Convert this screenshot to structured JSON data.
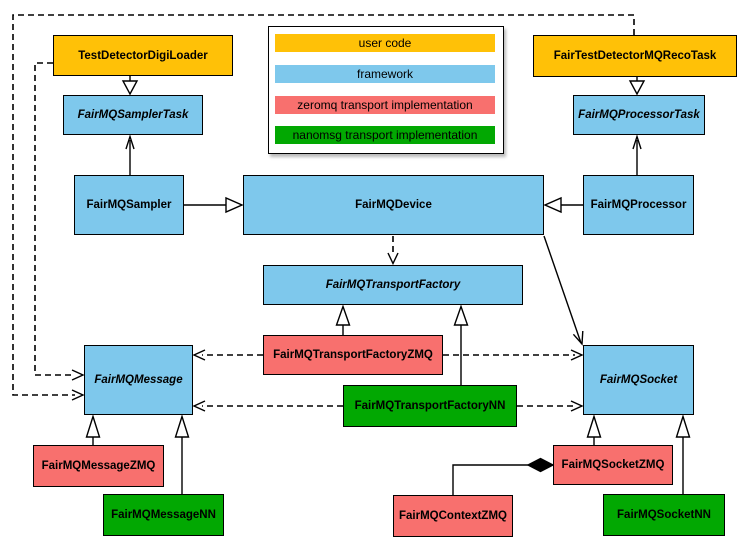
{
  "colors": {
    "user_code": "#FFC107",
    "framework": "#7EC8EC",
    "zeromq": "#F8706E",
    "nanomsg": "#02A802",
    "border": "#000000",
    "background": "#FFFFFF"
  },
  "legend": {
    "items": [
      {
        "label": "user code",
        "color": "#FFC107"
      },
      {
        "label": "framework",
        "color": "#7EC8EC"
      },
      {
        "label": "zeromq transport implementation",
        "color": "#F8706E"
      },
      {
        "label": "nanomsg transport implementation",
        "color": "#02A802"
      }
    ]
  },
  "nodes": {
    "test_detector_digi_loader": {
      "label": "TestDetectorDigiLoader",
      "category": "user code",
      "abstract": false
    },
    "fair_test_detector_mq_reco_task": {
      "label": "FairTestDetectorMQRecoTask",
      "category": "user code",
      "abstract": false
    },
    "fairmq_sampler_task": {
      "label": "FairMQSamplerTask",
      "category": "framework",
      "abstract": true
    },
    "fairmq_processor_task": {
      "label": "FairMQProcessorTask",
      "category": "framework",
      "abstract": true
    },
    "fairmq_sampler": {
      "label": "FairMQSampler",
      "category": "framework",
      "abstract": false
    },
    "fairmq_device": {
      "label": "FairMQDevice",
      "category": "framework",
      "abstract": false
    },
    "fairmq_processor": {
      "label": "FairMQProcessor",
      "category": "framework",
      "abstract": false
    },
    "fairmq_transport_factory": {
      "label": "FairMQTransportFactory",
      "category": "framework",
      "abstract": true
    },
    "fairmq_transport_factory_zmq": {
      "label": "FairMQTransportFactoryZMQ",
      "category": "zeromq",
      "abstract": false
    },
    "fairmq_transport_factory_nn": {
      "label": "FairMQTransportFactoryNN",
      "category": "nanomsg",
      "abstract": false
    },
    "fairmq_message": {
      "label": "FairMQMessage",
      "category": "framework",
      "abstract": true
    },
    "fairmq_socket": {
      "label": "FairMQSocket",
      "category": "framework",
      "abstract": true
    },
    "fairmq_message_zmq": {
      "label": "FairMQMessageZMQ",
      "category": "zeromq",
      "abstract": false
    },
    "fairmq_message_nn": {
      "label": "FairMQMessageNN",
      "category": "nanomsg",
      "abstract": false
    },
    "fairmq_socket_zmq": {
      "label": "FairMQSocketZMQ",
      "category": "zeromq",
      "abstract": false
    },
    "fairmq_socket_nn": {
      "label": "FairMQSocketNN",
      "category": "nanomsg",
      "abstract": false
    },
    "fairmq_context_zmq": {
      "label": "FairMQContextZMQ",
      "category": "zeromq",
      "abstract": false
    }
  },
  "edges": [
    {
      "from": "TestDetectorDigiLoader",
      "to": "FairMQSamplerTask",
      "type": "generalization"
    },
    {
      "from": "FairTestDetectorMQRecoTask",
      "to": "FairMQProcessorTask",
      "type": "generalization"
    },
    {
      "from": "FairMQSampler",
      "to": "FairMQSamplerTask",
      "type": "association"
    },
    {
      "from": "FairMQProcessor",
      "to": "FairMQProcessorTask",
      "type": "association"
    },
    {
      "from": "FairMQSampler",
      "to": "FairMQDevice",
      "type": "generalization"
    },
    {
      "from": "FairMQProcessor",
      "to": "FairMQDevice",
      "type": "generalization"
    },
    {
      "from": "FairMQDevice",
      "to": "FairMQTransportFactory",
      "type": "dependency"
    },
    {
      "from": "FairMQDevice",
      "to": "FairMQSocket",
      "type": "association"
    },
    {
      "from": "FairMQTransportFactoryZMQ",
      "to": "FairMQTransportFactory",
      "type": "generalization"
    },
    {
      "from": "FairMQTransportFactoryNN",
      "to": "FairMQTransportFactory",
      "type": "generalization"
    },
    {
      "from": "FairMQTransportFactoryZMQ",
      "to": "FairMQMessage",
      "type": "dependency"
    },
    {
      "from": "FairMQTransportFactoryZMQ",
      "to": "FairMQSocket",
      "type": "dependency"
    },
    {
      "from": "FairMQTransportFactoryNN",
      "to": "FairMQMessage",
      "type": "dependency"
    },
    {
      "from": "FairMQTransportFactoryNN",
      "to": "FairMQSocket",
      "type": "dependency"
    },
    {
      "from": "TestDetectorDigiLoader",
      "to": "FairMQMessage",
      "type": "dependency"
    },
    {
      "from": "FairTestDetectorMQRecoTask",
      "to": "FairMQMessage",
      "type": "dependency"
    },
    {
      "from": "FairMQMessageZMQ",
      "to": "FairMQMessage",
      "type": "generalization"
    },
    {
      "from": "FairMQMessageNN",
      "to": "FairMQMessage",
      "type": "generalization"
    },
    {
      "from": "FairMQSocketZMQ",
      "to": "FairMQSocket",
      "type": "generalization"
    },
    {
      "from": "FairMQSocketNN",
      "to": "FairMQSocket",
      "type": "generalization"
    },
    {
      "from": "FairMQContextZMQ",
      "to": "FairMQSocketZMQ",
      "type": "composition"
    }
  ]
}
